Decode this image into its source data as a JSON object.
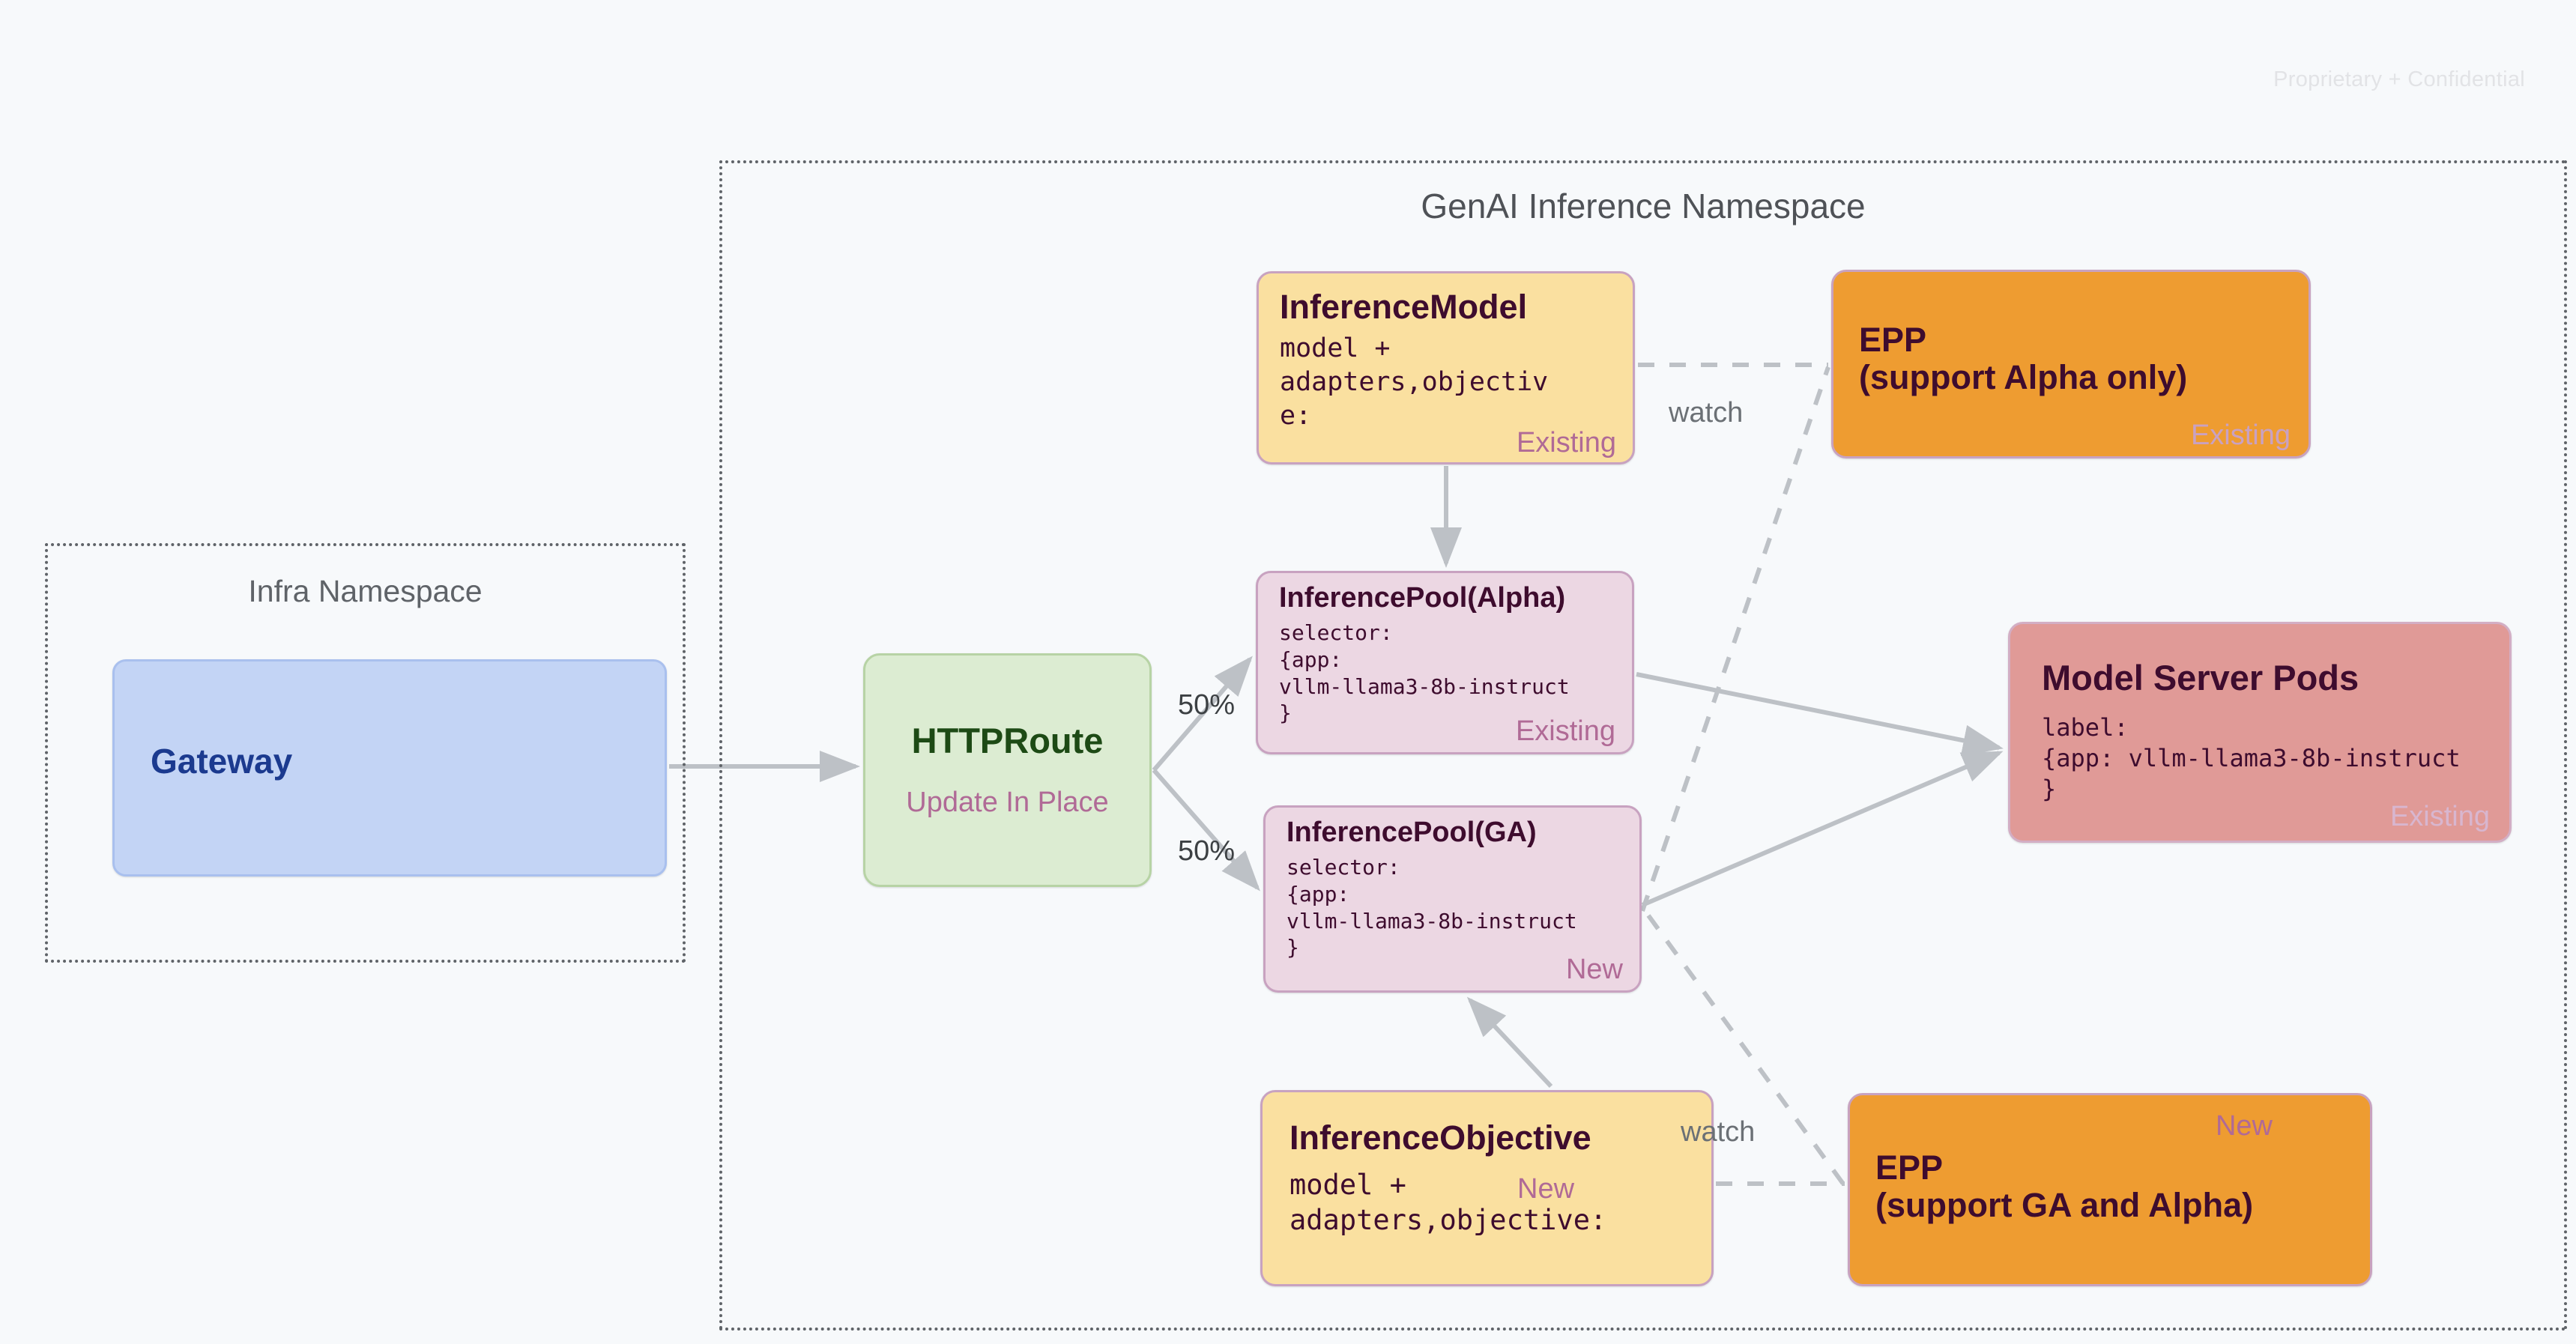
{
  "page": {
    "confidential_notice": "Proprietary + Confidential"
  },
  "namespaces": [
    {
      "id": "infra",
      "title": "Infra Namespace"
    },
    {
      "id": "genai",
      "title": "GenAI Inference Namespace"
    }
  ],
  "nodes": {
    "gateway": {
      "title": "Gateway"
    },
    "httproute": {
      "title": "HTTPRoute",
      "tag": "Update In Place"
    },
    "inference_model": {
      "title": "InferenceModel",
      "body": "model +\nadapters,objectiv\ne:",
      "tag": "Existing"
    },
    "inference_pool_alpha": {
      "title": "InferencePool(Alpha)",
      "body": "selector:\n{app:\nvllm-llama3-8b-instruct\n}",
      "tag": "Existing"
    },
    "inference_pool_ga": {
      "title": "InferencePool(GA)",
      "body": "selector:\n{app:\nvllm-llama3-8b-instruct\n}",
      "tag": "New"
    },
    "inference_objective": {
      "title": "InferenceObjective",
      "body": "model +\nadapters,objective:",
      "tag": "New"
    },
    "epp_alpha": {
      "title": "EPP\n(support Alpha only)",
      "tag": "Existing"
    },
    "epp_ga": {
      "title": "EPP\n(support GA and Alpha)",
      "tag": "New"
    },
    "model_server_pods": {
      "title": "Model Server Pods",
      "body": "label:\n{app: vllm-llama3-8b-instruct\n}",
      "tag": "Existing"
    }
  },
  "edges": {
    "split_top_label": "50%",
    "split_bottom_label": "50%",
    "watch_top_label": "watch",
    "watch_bottom_label": "watch"
  },
  "colors": {
    "background": "#f7f9fb",
    "gateway_fill": "#c3d4f5",
    "gateway_text": "#1b3a8f",
    "httproute_fill": "#dcecd2",
    "httproute_text": "#1d4a15",
    "yellow_fill": "#fae0a0",
    "pink_fill": "#ecd7e3",
    "orange_fill": "#ee9c31",
    "red_fill": "#e09a97",
    "node_border": "#c8a2c0",
    "tag_text": "#b06a96",
    "dark_text": "#3e0c2e",
    "namespace_border": "#5f6368",
    "edge_stroke": "#bdc1c6",
    "confidential_text": "#e2e3e6"
  }
}
